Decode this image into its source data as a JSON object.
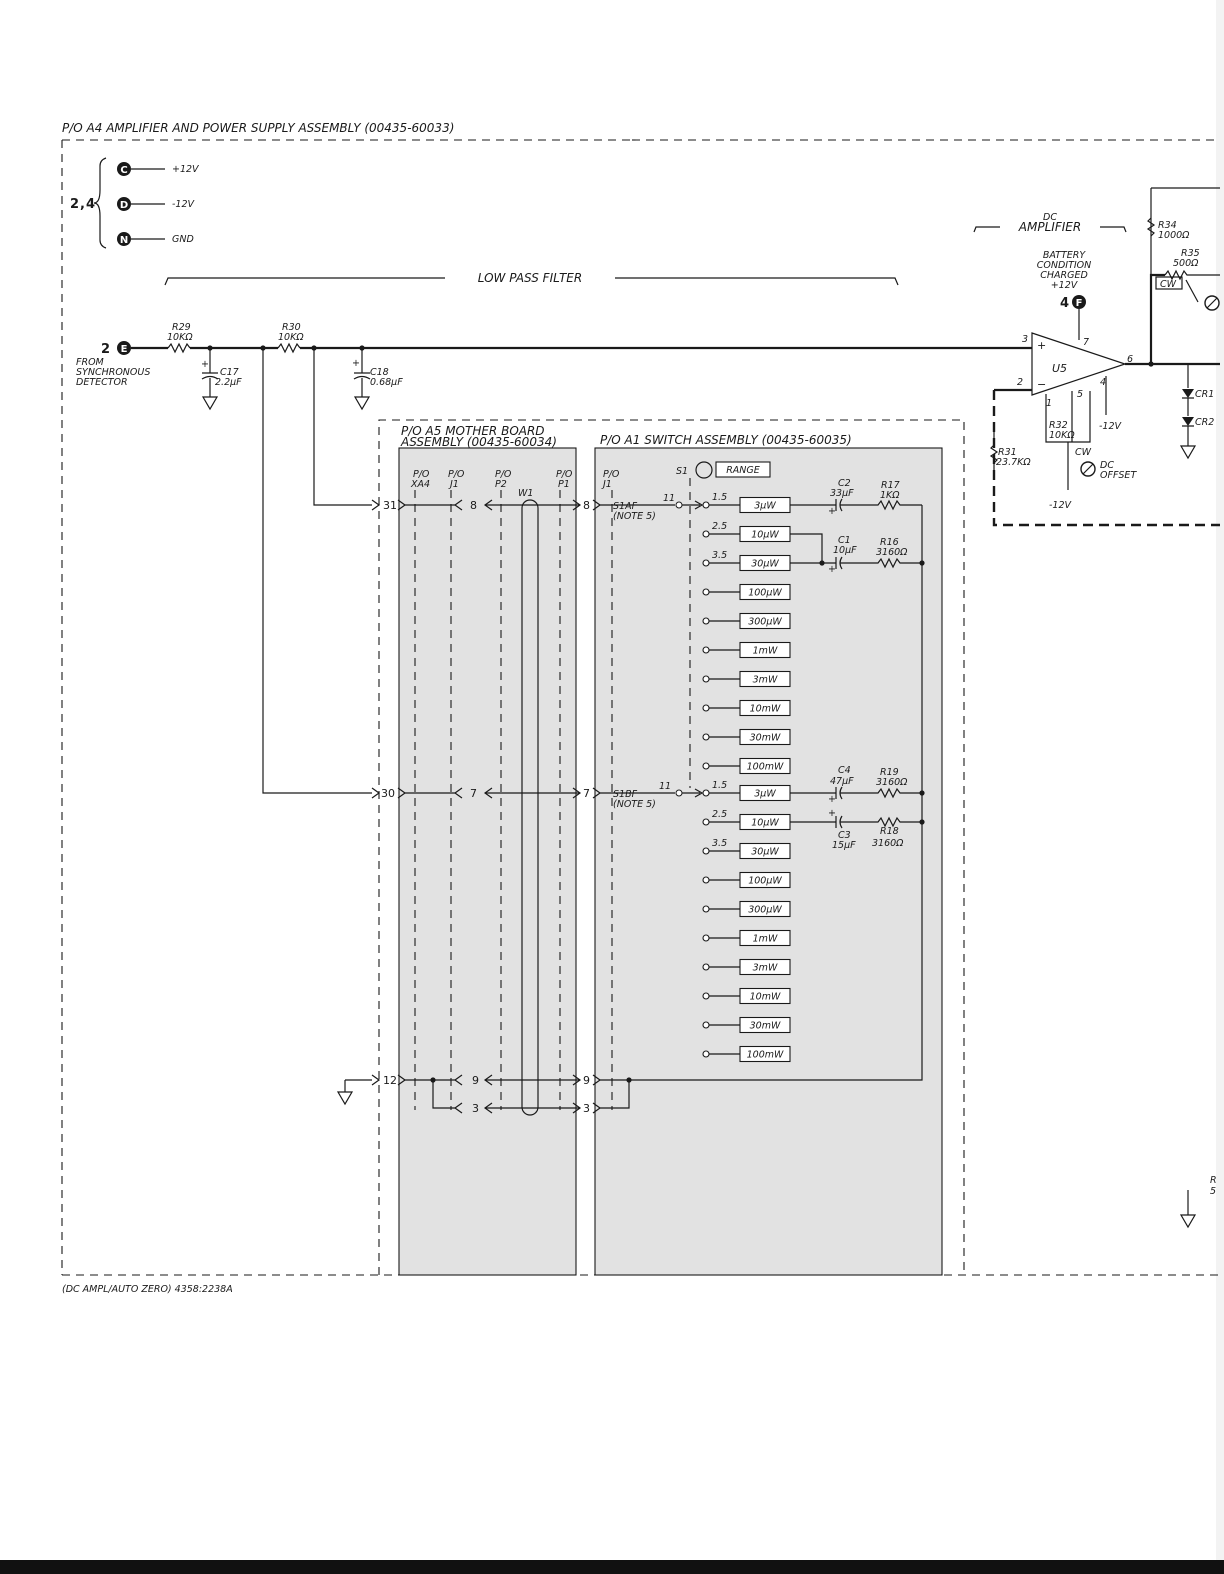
{
  "title": "P/O A4 AMPLIFIER AND POWER SUPPLY ASSEMBLY (00435-60033)",
  "footer": "(DC AMPL/AUTO ZERO) 4358:2238A",
  "supply": {
    "group_label": "2,4",
    "items": [
      {
        "letter": "C",
        "label": "+12V"
      },
      {
        "letter": "D",
        "label": "-12V"
      },
      {
        "letter": "N",
        "label": "GND"
      }
    ]
  },
  "low_pass_filter": "LOW PASS FILTER",
  "input": {
    "ref": "2",
    "letter": "E",
    "from": [
      "FROM",
      "SYNCHRONOUS",
      "DETECTOR"
    ]
  },
  "components": {
    "r29": [
      "R29",
      "10KΩ"
    ],
    "r30": [
      "R30",
      "10KΩ"
    ],
    "c17": [
      "C17",
      "2.2µF"
    ],
    "c18": [
      "C18",
      "0.68µF"
    ],
    "r31": [
      "R31",
      "23.7KΩ"
    ],
    "r32": [
      "R32",
      "10KΩ"
    ],
    "r34": [
      "R34",
      "1000Ω"
    ],
    "r35": [
      "R35",
      "500Ω"
    ],
    "c2": [
      "C2",
      "33µF"
    ],
    "r17": [
      "R17",
      "1KΩ"
    ],
    "c1": [
      "C1",
      "10µF"
    ],
    "r16": [
      "R16",
      "3160Ω"
    ],
    "c4": [
      "C4",
      "47µF"
    ],
    "r19": [
      "R19",
      "3160Ω"
    ],
    "c3": [
      "C3",
      "15µF"
    ],
    "r18": [
      "R18",
      "3160Ω"
    ]
  },
  "dc_amplifier": {
    "title": [
      "DC",
      "AMPLIFIER"
    ],
    "battery": [
      "BATTERY",
      "CONDITION",
      "CHARGED",
      "+12V"
    ],
    "battery_ref": "4",
    "battery_letter": "F",
    "opamp": "U5",
    "pins": [
      "3",
      "2",
      "7",
      "6",
      "4",
      "1",
      "5"
    ],
    "neg_supply": "-12V",
    "neg_supply_2": "-12V",
    "cw": "CW",
    "offset": [
      "DC",
      "OFFSET"
    ],
    "cr1": "CR1",
    "cr2": "CR2"
  },
  "mother_board": [
    "P/O A5 MOTHER BOARD",
    "ASSEMBLY (00435-60034)"
  ],
  "switch_assembly": "P/O A1 SWITCH ASSEMBLY (00435-60035)",
  "connectors": {
    "headers": [
      [
        "P/O",
        "XA4"
      ],
      [
        "P/O",
        "J1"
      ],
      [
        "P/O",
        "P2"
      ],
      [
        "P/O",
        "P1"
      ],
      [
        "P/O",
        "J1"
      ]
    ],
    "w1": "W1",
    "a4_pins": [
      "31",
      "30",
      "12"
    ],
    "j1_pins": [
      "8",
      "7",
      "9",
      "3"
    ],
    "p1_pins": [
      "8",
      "7",
      "9",
      "3"
    ]
  },
  "switch": {
    "label": "S1",
    "range_button": "RANGE",
    "s1af": "S1AF",
    "s1bf": "S1BF",
    "contact": "11",
    "note": "(NOTE 5)",
    "set_a_taps": [
      "1.5",
      "2.5",
      "3.5"
    ],
    "set_b_taps": [
      "1.5",
      "2.5",
      "3.5"
    ],
    "ranges_a": [
      "3µW",
      "10µW",
      "30µW",
      "100µW",
      "300µW",
      "1mW",
      "3mW",
      "10mW",
      "30mW",
      "100mW"
    ],
    "ranges_b": [
      "3µW",
      "10µW",
      "30µW",
      "100µW",
      "300µW",
      "1mW",
      "3mW",
      "10mW",
      "30mW",
      "100mW"
    ]
  },
  "right_edge": {
    "r": "R",
    "s": "5"
  }
}
